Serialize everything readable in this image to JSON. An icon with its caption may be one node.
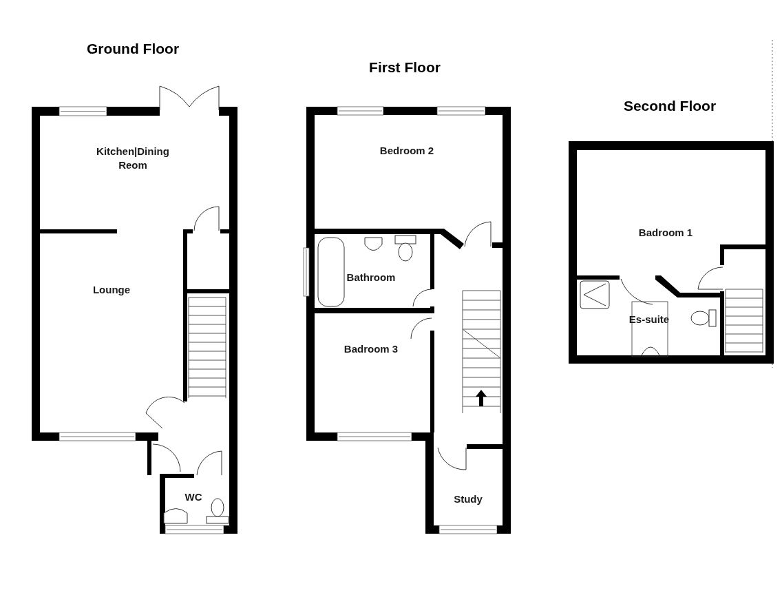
{
  "diagram": {
    "nodes": [
      {
        "text": [
          "Ground Floor"
        ]
      },
      {
        "text": [
          "Kitchen|Dining Reom"
        ],
        "in": 0
      },
      {
        "text": [
          "Lounge"
        ],
        "in": 0
      },
      {
        "text": [
          "WC"
        ],
        "in": 0
      },
      {
        "text": [
          "First Floor"
        ]
      },
      {
        "text": [
          "Bedroom 2"
        ],
        "in": 4
      },
      {
        "text": [
          "Bathroom"
        ],
        "in": 4
      },
      {
        "text": [
          "Badroom 3"
        ],
        "in": 4
      },
      {
        "text": [
          "Study"
        ],
        "in": 4
      },
      {
        "text": [
          "Second Floor"
        ]
      },
      {
        "text": [
          "Badroom 1"
        ],
        "in": 9
      },
      {
        "text": [
          "Es-suite"
        ],
        "in": 9
      }
    ]
  }
}
